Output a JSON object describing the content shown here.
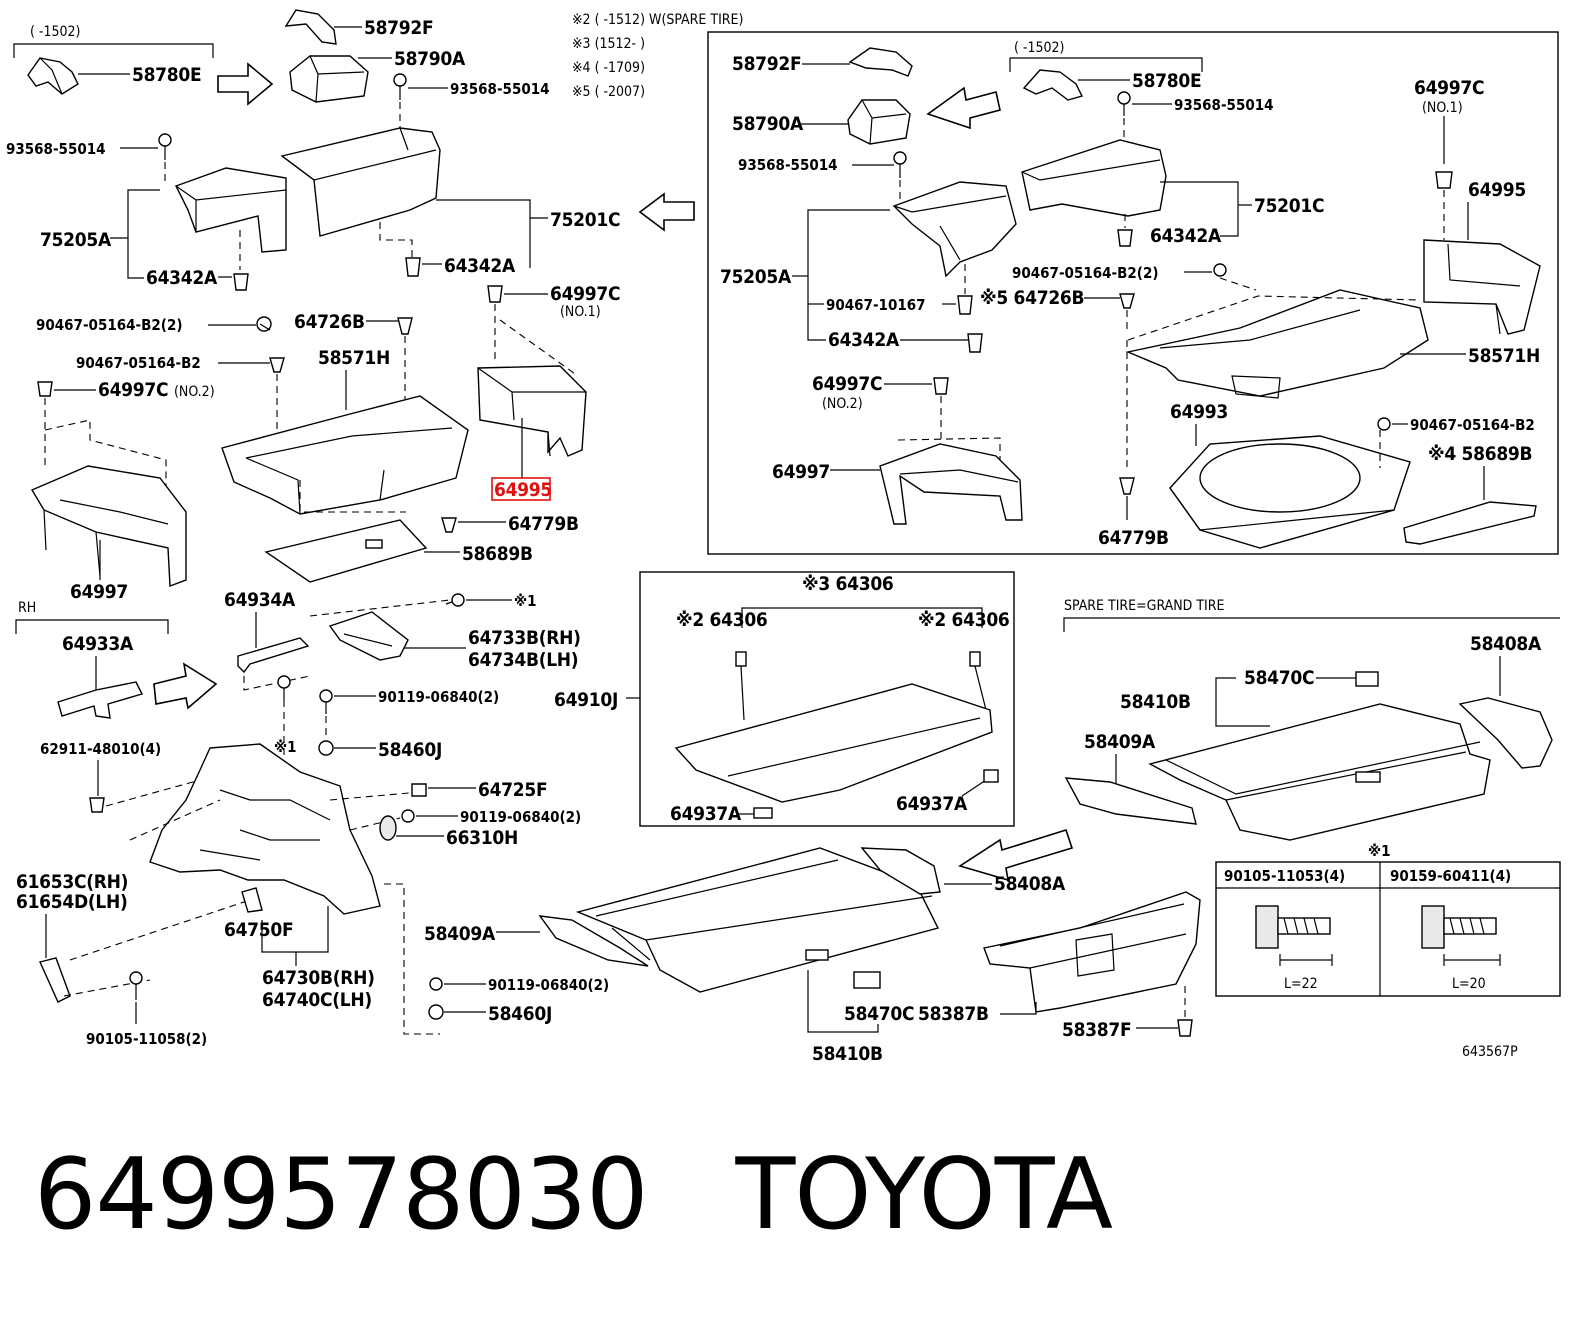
{
  "diagram": {
    "figure_code": "643567P",
    "highlight_color": "#e01010",
    "notes_right": [
      "※2 (      -1512) W(SPARE TIRE)",
      "※3 (1512-      )",
      "※4 (      -1709)",
      "※5 (      -2007)"
    ],
    "range_left": "(      -1502)",
    "range_right": "(      -1502)",
    "rh_note": "RH",
    "spare_tire_note": "SPARE TIRE=GRAND TIRE",
    "bolt_table": {
      "mark": "※1",
      "col1_part": "90105-11053(4)",
      "col1_len": "L=22",
      "col2_part": "90159-60411(4)",
      "col2_len": "L=20"
    },
    "labels": {
      "l58792F_a": "58792F",
      "l58790A_a": "58790A",
      "l58780E_a": "58780E",
      "l93568_a": "93568-55014",
      "l93568_b": "93568-55014",
      "l75201C_a": "75201C",
      "l75205A_a": "75205A",
      "l64342A_a": "64342A",
      "l64342A_b": "64342A",
      "l64997C_a": "64997C",
      "l64997C_a_no": "(NO.1)",
      "l90467_a": "90467-05164-B2(2)",
      "l64726B_a": "64726B",
      "l90467_b": "90467-05164-B2",
      "l58571H_a": "58571H",
      "l64997C_b": "64997C",
      "l64997C_b_no": "(NO.2)",
      "l64995_a": "64995",
      "l64779B_a": "64779B",
      "l58689B_a": "58689B",
      "l64997_a": "64997",
      "l64934A": "64934A",
      "l_x1_a": "※1",
      "l64933A": "64933A",
      "l64733B": "64733B(RH)",
      "l64734B": "64734B(LH)",
      "l90119_a": "90119-06840(2)",
      "l_x1_b": "※1",
      "l58460J_a": "58460J",
      "l62911": "62911-48010(4)",
      "l64725F": "64725F",
      "l90119_b": "90119-06840(2)",
      "l66310H": "66310H",
      "l61653C": "61653C(RH)",
      "l61654D": "61654D(LH)",
      "l64750F": "64750F",
      "l64730B": "64730B(RH)",
      "l64740C": "64740C(LH)",
      "l90105": "90105-11058(2)",
      "l90119_c": "90119-06840(2)",
      "l58460J_b": "58460J",
      "r58792F": "58792F",
      "r58790A": "58790A",
      "r58780E": "58780E",
      "r93568_a": "93568-55014",
      "r93568_b": "93568-55014",
      "r64997C": "64997C",
      "r64997C_no": "(NO.1)",
      "r64995": "64995",
      "r75201C": "75201C",
      "r64342A_a": "64342A",
      "r75205A": "75205A",
      "r90467_a": "90467-05164-B2(2)",
      "r90467_10167": "90467-10167",
      "r64726B": "※5 64726B",
      "r64342A_b": "64342A",
      "r58571H": "58571H",
      "r64997C_b": "64997C",
      "r64997C_b_no": "(NO.2)",
      "r64993": "64993",
      "r90467_b": "90467-05164-B2",
      "r64997": "64997",
      "r58689B": "※4 58689B",
      "r64779B": "64779B",
      "c64306_top": "※3 64306",
      "c64306_l": "※2 64306",
      "c64306_r": "※2 64306",
      "c64910J": "64910J",
      "c64937A_l": "64937A",
      "c64937A_r": "64937A",
      "s58470C_a": "58470C",
      "s58408A_a": "58408A",
      "s58410B_a": "58410B",
      "s58409A_a": "58409A",
      "s58408A_b": "58408A",
      "s58409A_b": "58409A",
      "s58470C_b": "58470C",
      "s58387B": "58387B",
      "s58387F": "58387F",
      "s58410B_b": "58410B"
    }
  },
  "footer": {
    "part_number": "6499578030",
    "brand": "TOYOTA"
  }
}
